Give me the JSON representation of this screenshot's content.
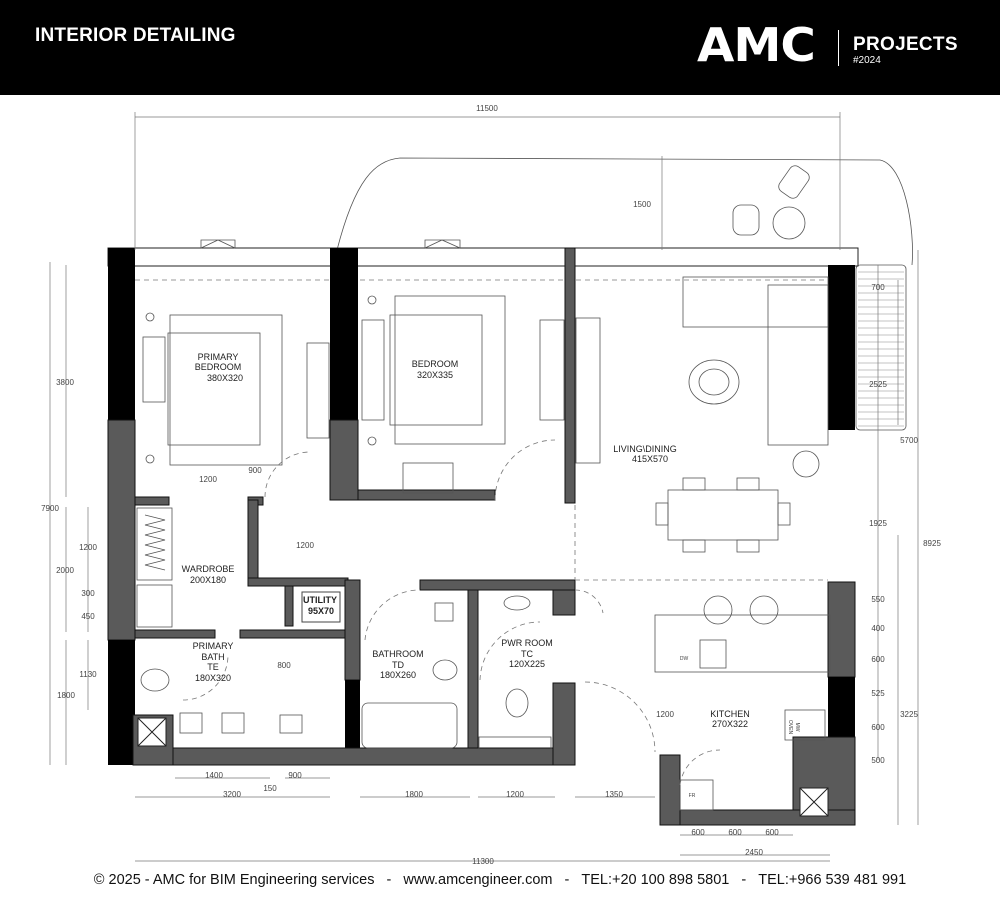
{
  "header": {
    "title": "INTERIOR DETAILING",
    "logo": "AMC",
    "projects": "PROJECTS",
    "year": "#2024"
  },
  "rooms": {
    "primary_bedroom": {
      "name1": "PRIMARY",
      "name2": "BEDROOM",
      "size": "380X320"
    },
    "bedroom": {
      "name": "BEDROOM",
      "size": "320X335"
    },
    "living": {
      "name": "LIVING\\DINING",
      "size": "415X570"
    },
    "wardrobe": {
      "name": "WARDROBE",
      "size": "200X180"
    },
    "utility": {
      "name": "UTILITY",
      "size": "95X70"
    },
    "primary_bath": {
      "name1": "PRIMARY",
      "name2": "BATH",
      "code": "TE",
      "size": "180X320"
    },
    "bathroom": {
      "name": "BATHROOM",
      "code": "TD",
      "size": "180X260"
    },
    "pwr_room": {
      "name": "PWR ROOM",
      "code": "TC",
      "size": "120X225"
    },
    "kitchen": {
      "name": "KITCHEN",
      "size": "270X322"
    }
  },
  "appliances": {
    "dw": "DW",
    "fr": "FR",
    "oven": "OVEN",
    "mw": "MW"
  },
  "dims": {
    "top_total": "11500",
    "balcony_depth": "1500",
    "bottom_total": "11300",
    "left_3800": "3800",
    "left_7900": "7900",
    "left_2000": "2000",
    "left_1200": "1200",
    "left_300": "300",
    "left_450": "450",
    "left_1130": "1130",
    "left_1800": "1800",
    "pb_1200": "1200",
    "pb_900": "900",
    "corridor_1200": "1200",
    "bath_800": "800",
    "kitchen_1200": "1200",
    "right_700": "700",
    "right_2525": "2525",
    "right_5700": "5700",
    "right_1925": "1925",
    "right_8925": "8925",
    "right_550": "550",
    "right_400": "400",
    "right_600a": "600",
    "right_525": "525",
    "right_600b": "600",
    "right_500": "500",
    "right_3225": "3225",
    "bottom_1400": "1400",
    "bottom_150": "150",
    "bottom_900": "900",
    "bottom_3200": "3200",
    "bottom_1800": "1800",
    "bottom_1200": "1200",
    "bottom_1350": "1350",
    "kit_600a": "600",
    "kit_600b": "600",
    "kit_600c": "600",
    "kit_2450": "2450"
  },
  "footer": {
    "copyright": "© 2025 - AMC for BIM Engineering services",
    "sep": "-",
    "website": "www.amcengineer.com",
    "tel1": "TEL:+20 100 898 5801",
    "tel2": "TEL:+966 539 481 991"
  }
}
